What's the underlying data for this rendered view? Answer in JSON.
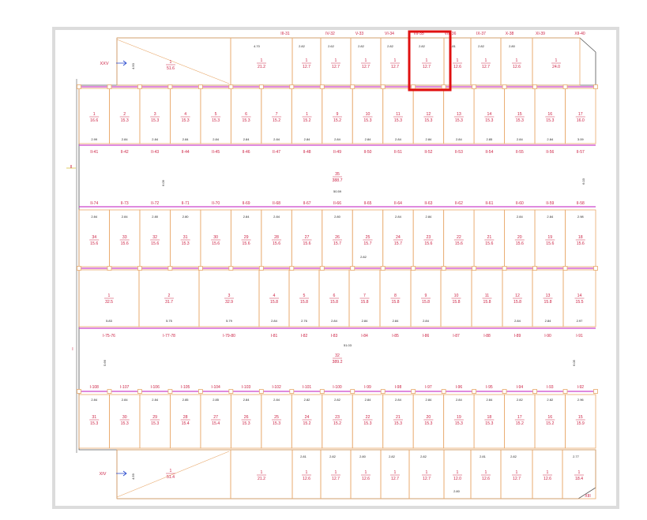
{
  "colors": {
    "canvas_bg": "#dcdcdc",
    "sheet_bg": "#ffffff",
    "wall": "#e8a86a",
    "axis": "#cc44cc",
    "outline": "#555555",
    "label_red": "#cc2244",
    "highlight": "#e01010"
  },
  "top_axis_labels": [
    "III-31",
    "IV-32",
    "V-33",
    "VI-34",
    "VII-35",
    "VIII-36",
    "IX-37",
    "X-38",
    "XI-39",
    "XII-40"
  ],
  "top_row": {
    "left_block": {
      "id": "XXV",
      "area": "51.6",
      "num": "1",
      "dim": "4.50"
    },
    "units": [
      {
        "num": "1",
        "area": "21.2",
        "dim": "4.70"
      },
      {
        "num": "1",
        "area": "12.7",
        "dim": "2.82"
      },
      {
        "num": "1",
        "area": "12.7",
        "dim": "2.62"
      },
      {
        "num": "1",
        "area": "12.7",
        "dim": "2.82"
      },
      {
        "num": "1",
        "area": "12.7",
        "dim": "2.82"
      },
      {
        "num": "1",
        "area": "12.7",
        "dim": "2.82"
      },
      {
        "num": "1",
        "area": "12.6",
        "dim": "2.81"
      },
      {
        "num": "1",
        "area": "12.7",
        "dim": "2.82"
      },
      {
        "num": "1",
        "area": "12.6",
        "dim": "2.80"
      },
      {
        "num": "1",
        "area": "24.0",
        "dim": ""
      }
    ]
  },
  "row_a": {
    "units": [
      {
        "num": "1",
        "area": "16.6"
      },
      {
        "num": "2",
        "area": "15.3"
      },
      {
        "num": "3",
        "area": "15.3"
      },
      {
        "num": "4",
        "area": "15.3"
      },
      {
        "num": "5",
        "area": "15.3"
      },
      {
        "num": "6",
        "area": "15.3"
      },
      {
        "num": "7",
        "area": "15.2"
      },
      {
        "num": "1",
        "area": "15.2"
      },
      {
        "num": "9",
        "area": "15.2"
      },
      {
        "num": "10",
        "area": "15.3"
      },
      {
        "num": "11",
        "area": "15.3"
      },
      {
        "num": "12",
        "area": "15.3"
      },
      {
        "num": "13",
        "area": "15.3"
      },
      {
        "num": "14",
        "area": "15.3"
      },
      {
        "num": "15",
        "area": "15.3"
      },
      {
        "num": "16",
        "area": "15.3"
      },
      {
        "num": "17",
        "area": "16.0"
      }
    ],
    "bottom_dims": [
      "2.99",
      "2.84",
      "2.84",
      "2.84",
      "2.84",
      "2.84",
      "2.84",
      "2.84",
      "2.84",
      "2.84",
      "2.84",
      "2.84",
      "2.84",
      "2.85",
      "2.84",
      "2.84",
      "3.09"
    ]
  },
  "axis_row_1": [
    "II-41",
    "II-42",
    "II-43",
    "II-44",
    "II-45",
    "II-46",
    "II-47",
    "II-48",
    "II-49",
    "II-50",
    "II-51",
    "II-52",
    "II-53",
    "II-54",
    "II-55",
    "II-56",
    "II-57"
  ],
  "corridor_1": {
    "num": "35",
    "area": "388.7",
    "dim": "50.59",
    "side_dim": "6.09",
    "side_dim_r": "6.03",
    "left_axis": "II"
  },
  "axis_row_2": [
    "II-74",
    "II-73",
    "II-72",
    "II-71",
    "II-70",
    "II-69",
    "II-68",
    "II-67",
    "II-66",
    "II-65",
    "II-64",
    "II-63",
    "II-62",
    "II-61",
    "II-60",
    "II-59",
    "II-58"
  ],
  "row_b": {
    "top_dims": [
      "2.84",
      "2.84",
      "2.80",
      "2.80",
      "",
      "2.84",
      "2.84",
      "",
      "2.80",
      "",
      "2.84",
      "2.84",
      "",
      "",
      "2.84",
      "2.84",
      "2.98"
    ],
    "units": [
      {
        "num": "34",
        "area": "15.6"
      },
      {
        "num": "33",
        "area": "15.6"
      },
      {
        "num": "32",
        "area": "15.6"
      },
      {
        "num": "31",
        "area": "15.3"
      },
      {
        "num": "30",
        "area": "15.6"
      },
      {
        "num": "29",
        "area": "15.6"
      },
      {
        "num": "28",
        "area": "15.6"
      },
      {
        "num": "27",
        "area": "15.6"
      },
      {
        "num": "26",
        "area": "15.7"
      },
      {
        "num": "25",
        "area": "15.7"
      },
      {
        "num": "24",
        "area": "15.7"
      },
      {
        "num": "23",
        "area": "15.6"
      },
      {
        "num": "22",
        "area": "15.6"
      },
      {
        "num": "21",
        "area": "15.6"
      },
      {
        "num": "20",
        "area": "15.6"
      },
      {
        "num": "19",
        "area": "15.6"
      },
      {
        "num": "18",
        "area": "15.6"
      }
    ],
    "extra_dim": "2.82"
  },
  "row_c": {
    "units": [
      {
        "num": "1",
        "area": "32.5"
      },
      {
        "num": "2",
        "area": "31.7"
      },
      {
        "num": "3",
        "area": "32.9"
      },
      {
        "num": "4",
        "area": "15.8"
      },
      {
        "num": "5",
        "area": "15.8"
      },
      {
        "num": "6",
        "area": "15.8"
      },
      {
        "num": "7",
        "area": "15.8"
      },
      {
        "num": "8",
        "area": "15.8"
      },
      {
        "num": "9",
        "area": "15.8"
      },
      {
        "num": "10",
        "area": "15.8"
      },
      {
        "num": "11",
        "area": "15.8"
      },
      {
        "num": "12",
        "area": "15.8"
      },
      {
        "num": "13",
        "area": "15.8"
      },
      {
        "num": "14",
        "area": "15.5"
      }
    ],
    "bottom_dims": [
      "5.83",
      "5.75",
      "5.79",
      "2.84",
      "2.76",
      "2.84",
      "2.84",
      "2.84",
      "2.84",
      "",
      "",
      "2.84",
      "2.84",
      "2.97"
    ]
  },
  "axis_row_3": [
    "I-75-76",
    "I-77-78",
    "I-79-80",
    "I-81",
    "I-82",
    "I-83",
    "I-84",
    "I-85",
    "I-86",
    "I-87",
    "I-88",
    "I-89",
    "I-90",
    "I-91"
  ],
  "corridor_2": {
    "num": "32",
    "area": "389.2",
    "dim": "51.03",
    "side_dim": "5.66",
    "side_dim_r": "6.05",
    "left_axis": "I"
  },
  "axis_row_4": [
    "I-108",
    "I-107",
    "I-106",
    "I-105",
    "I-104",
    "I-103",
    "I-102",
    "I-101",
    "I-100",
    "I-99",
    "I-98",
    "I-97",
    "I-96",
    "I-95",
    "I-94",
    "I-93",
    "I-92"
  ],
  "row_d": {
    "top_dims": [
      "2.84",
      "2.84",
      "2.84",
      "2.85",
      "2.85",
      "2.84",
      "2.84",
      "2.82",
      "2.82",
      "2.84",
      "2.84",
      "2.84",
      "2.84",
      "2.84",
      "2.82",
      "2.82",
      "2.96"
    ],
    "units": [
      {
        "num": "31",
        "area": "15.3"
      },
      {
        "num": "30",
        "area": "15.3"
      },
      {
        "num": "29",
        "area": "15.3"
      },
      {
        "num": "28",
        "area": "15.4"
      },
      {
        "num": "27",
        "area": "15.4"
      },
      {
        "num": "26",
        "area": "15.3"
      },
      {
        "num": "25",
        "area": "15.3"
      },
      {
        "num": "24",
        "area": "15.2"
      },
      {
        "num": "23",
        "area": "15.2"
      },
      {
        "num": "22",
        "area": "15.3"
      },
      {
        "num": "21",
        "area": "15.3"
      },
      {
        "num": "20",
        "area": "15.3"
      },
      {
        "num": "19",
        "area": "15.3"
      },
      {
        "num": "18",
        "area": "15.3"
      },
      {
        "num": "17",
        "area": "15.2"
      },
      {
        "num": "16",
        "area": "15.2"
      },
      {
        "num": "15",
        "area": "15.9"
      }
    ]
  },
  "bottom_row": {
    "left_block": {
      "id": "XIV",
      "area": "51.4",
      "num": "1",
      "dim": "4.59"
    },
    "units": [
      {
        "num": "1",
        "area": "21.2",
        "dim": ""
      },
      {
        "num": "1",
        "area": "12.6",
        "dim": "2.81"
      },
      {
        "num": "1",
        "area": "12.7",
        "dim": "2.82"
      },
      {
        "num": "1",
        "area": "12.6",
        "dim": "2.80"
      },
      {
        "num": "1",
        "area": "12.7",
        "dim": "2.82"
      },
      {
        "num": "1",
        "area": "12.7",
        "dim": "2.82"
      },
      {
        "num": "1",
        "area": "12.0",
        "dim": ""
      },
      {
        "num": "1",
        "area": "12.6",
        "dim": "2.81"
      },
      {
        "num": "1",
        "area": "12.7",
        "dim": "2.82"
      },
      {
        "num": "1",
        "area": "12.6",
        "dim": ""
      },
      {
        "num": "1",
        "area": "18.4",
        "dim": "2.77"
      }
    ],
    "corner_label": "XIII",
    "extra_dim": "2.80"
  }
}
